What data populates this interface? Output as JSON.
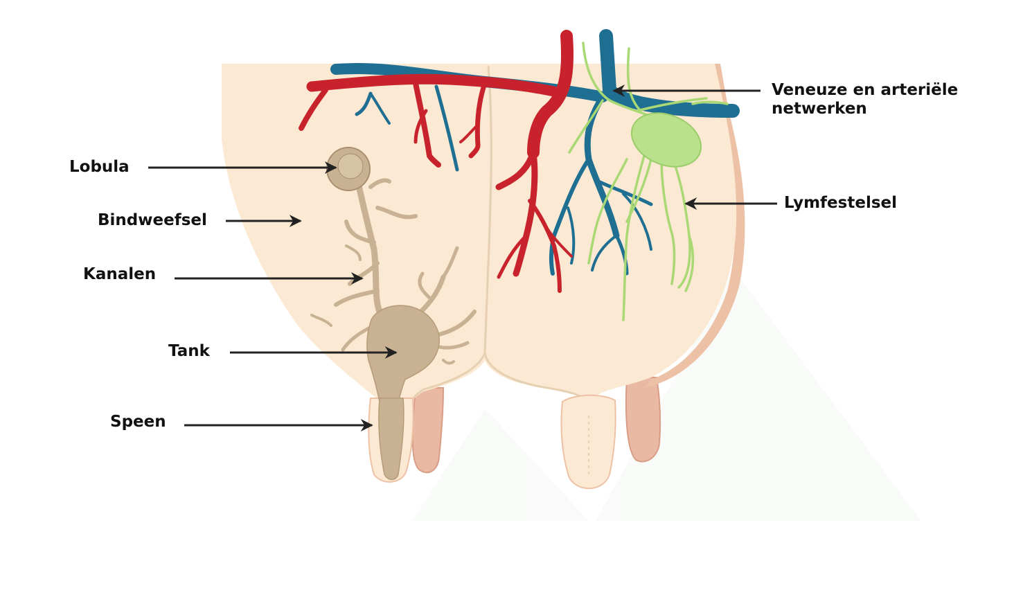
{
  "labels": {
    "lobula": "Lobula",
    "bindweefsel": "Bindweefsel",
    "kanalen": "Kanalen",
    "tank": "Tank",
    "speen": "Speen",
    "vessels_line1": "Veneuze en arteriële",
    "vessels_line2": "netwerken",
    "lymph": "Lymfestelsel"
  },
  "colors": {
    "tissue": "#fbe9d3",
    "tissue_shadow": "#ecc1a6",
    "teat_pink": "#eab9a4",
    "gland": "#c9b293",
    "artery": "#c8232c",
    "vein": "#1f6f93",
    "lymph": "#a9d874",
    "arrow": "#222222"
  }
}
